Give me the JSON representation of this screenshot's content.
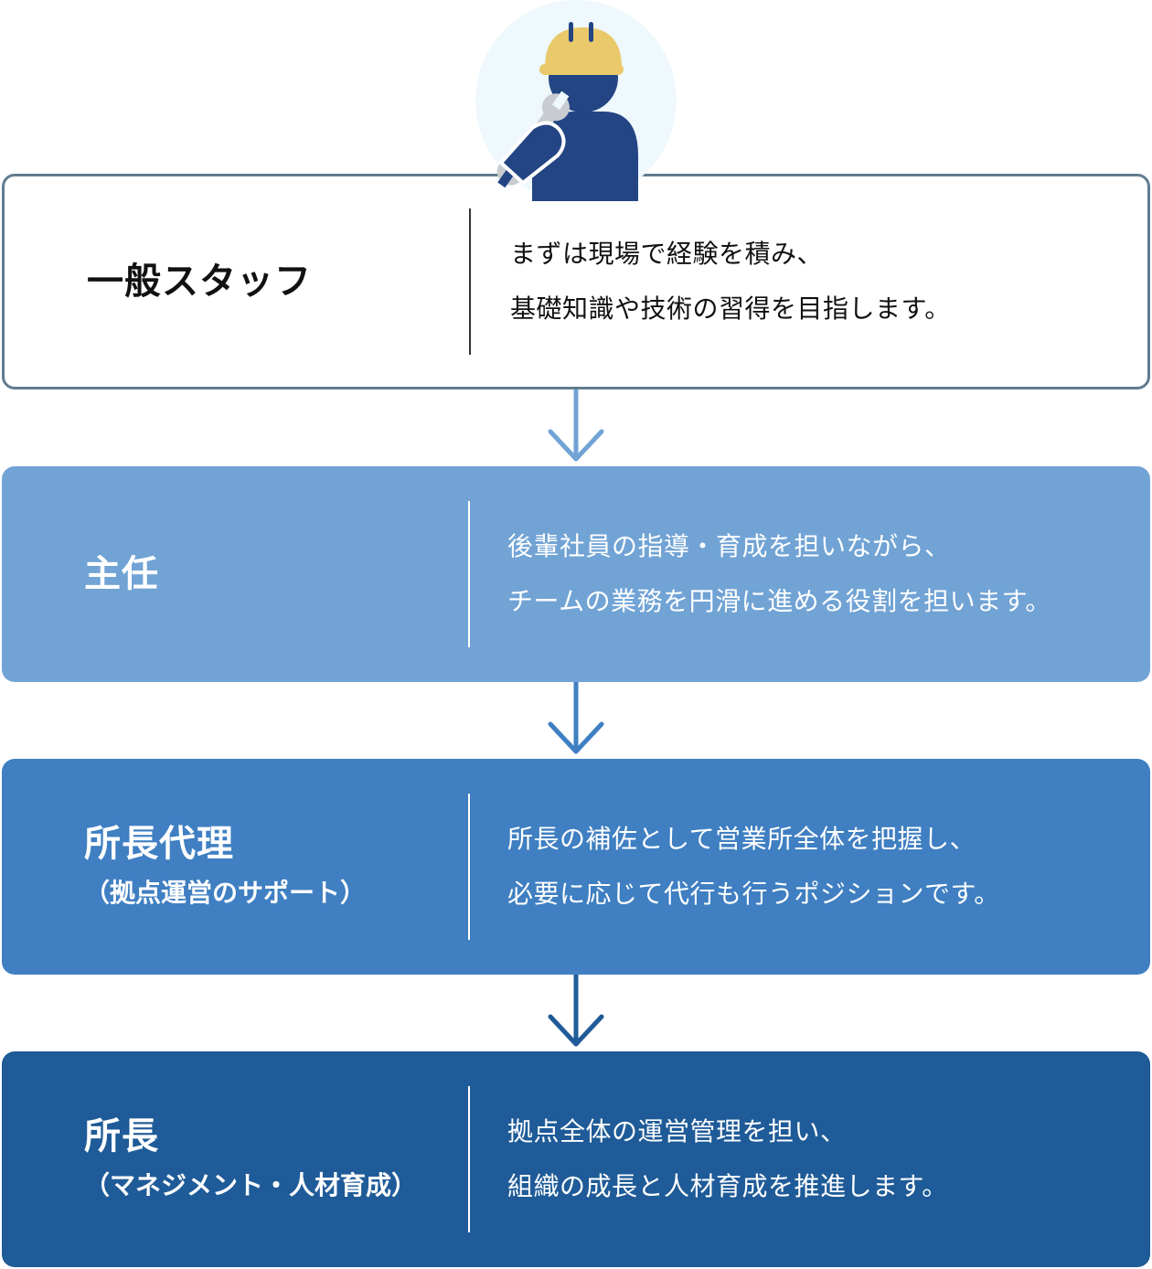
{
  "diagram": {
    "icon": "construction-worker-with-wrench-icon",
    "colors": {
      "stage_1_border": "#627c8e",
      "stage_2": "#71a3d5",
      "stage_3": "#3f7fc2",
      "stage_4": "#1f5b98",
      "helmet": "#e9c96a",
      "worker": "#234584"
    },
    "stages": [
      {
        "title": "一般スタッフ",
        "subtitle": "",
        "desc_line1": "まずは現場で経験を積み、",
        "desc_line2": "基礎知識や技術の習得を目指します。"
      },
      {
        "title": "主任",
        "subtitle": "",
        "desc_line1": "後輩社員の指導・育成を担いながら、",
        "desc_line2": "チームの業務を円滑に進める役割を担います。"
      },
      {
        "title": "所長代理",
        "subtitle": "（拠点運営のサポート）",
        "desc_line1": "所長の補佐として営業所全体を把握し、",
        "desc_line2": "必要に応じて代行も行うポジションです。"
      },
      {
        "title": "所長",
        "subtitle": "（マネジメント・人材育成）",
        "desc_line1": "拠点全体の運営管理を担い、",
        "desc_line2": "組織の成長と人材育成を推進します。"
      }
    ]
  }
}
